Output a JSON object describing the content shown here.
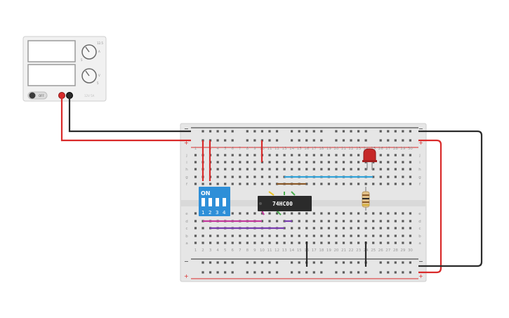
{
  "power_supply": {
    "switch_label": "OFF",
    "knob1_labels": [
      "5",
      "A",
      "12.5"
    ],
    "knob2_labels": [
      "",
      "V",
      "5"
    ],
    "brand_label": "12V 5A"
  },
  "breadboard": {
    "columns": 30,
    "column_numbers": [
      "1",
      "2",
      "3",
      "4",
      "5",
      "6",
      "7",
      "8",
      "9",
      "10",
      "11",
      "12",
      "13",
      "14",
      "15",
      "16",
      "17",
      "18",
      "19",
      "20",
      "21",
      "22",
      "23",
      "24",
      "25",
      "26",
      "27",
      "28",
      "29",
      "30"
    ],
    "top_row_letters": [
      "j",
      "i",
      "h",
      "g",
      "f"
    ],
    "bottom_row_letters": [
      "e",
      "d",
      "c",
      "b",
      "a"
    ],
    "rail_plus": "+",
    "rail_minus": "−"
  },
  "chip": {
    "label": "74HC00"
  },
  "dip_switch": {
    "on_label": "ON",
    "numbers": [
      "1",
      "2",
      "3",
      "4"
    ]
  },
  "colors": {
    "wire_red": "#d92b2b",
    "wire_black": "#2b2b2b",
    "wire_blue": "#33a3d9",
    "wire_purple": "#7a3fb0",
    "wire_magenta": "#c33a9c",
    "wire_brown": "#8b5a2b",
    "wire_yellow": "#e8c22a",
    "wire_green": "#4caf50",
    "dip_blue": "#2e8fd8",
    "led_red": "#c62828",
    "board": "#e8e8e8"
  }
}
